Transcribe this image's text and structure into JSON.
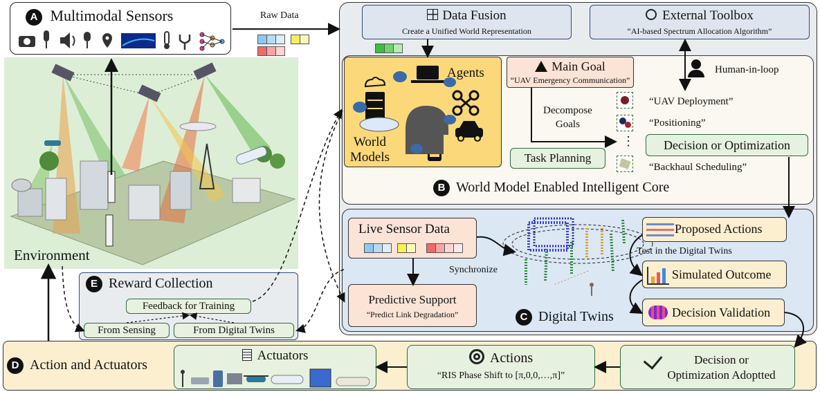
{
  "sensors": {
    "letter": "A",
    "title": "Multimodal Sensors",
    "icons": [
      "camera-icon",
      "microphone-icon",
      "speaker-icon",
      "podcast-mic-icon",
      "location-pin-icon",
      "spectrum-icon",
      "thermometer-icon",
      "plug-icon",
      "neural-network-icon"
    ]
  },
  "raw_data_label": "Raw Data",
  "environment_label": "Environment",
  "data_fusion": {
    "title": "Data Fusion",
    "subtitle": "Create a Unified World Representation"
  },
  "external_toolbox": {
    "title": "External Toolbox",
    "subtitle": "“AI-based Spectrum Allocation Algorithm”"
  },
  "core": {
    "letter": "B",
    "title": "World Model Enabled Intelligent Core",
    "agents_label": "Agents",
    "world_models_label": "World\nModels",
    "main_goal": {
      "title": "Main Goal",
      "subtitle": "“UAV Emergency Communication”"
    },
    "human_in_loop": "Human-in-loop",
    "decompose_goals": "Decompose\nGoals",
    "subgoals": [
      "“UAV Deployment”",
      "“Positioning”",
      "“Backhaul Scheduling”"
    ],
    "ellipsis": "⋮",
    "task_planning": "Task Planning",
    "decision_optimization": "Decision or Optimization"
  },
  "twins": {
    "letter": "C",
    "title": "Digital Twins",
    "live_sensor_data": "Live Sensor Data",
    "synchronize": "Synchronize",
    "predictive_support": {
      "title": "Predictive Support",
      "subtitle": "“Predict Link Degradation”"
    },
    "proposed_actions": "Proposed Actions",
    "test_label": "Test in the Digital Twins",
    "simulated_outcome": "Simulated Outcome",
    "decision_validation": "Decision Validation"
  },
  "reward": {
    "letter": "E",
    "title": "Reward Collection",
    "feedback": "Feedback for Training",
    "from_sensing": "From Sensing",
    "from_twins": "From Digital Twins"
  },
  "action_bar": {
    "letter": "D",
    "title": "Action and Actuators",
    "actuators": "Actuators",
    "actions_title": "Actions",
    "actions_subtitle": "“RIS Phase Shift to [π,0,0,…,π]”",
    "adopted": "Decision or\nOptimization Adoptted"
  },
  "colors": {
    "panel_gray": "#e9ecef",
    "core_bg": "#fbf8f1",
    "twins_bg": "#dce7f4",
    "action_bg": "#fbefcf",
    "agents_bg": "#fbd879",
    "goal_bg": "#fbe3d6",
    "green_pill": "#e7f1df",
    "env_bg": "#ddeed6"
  }
}
